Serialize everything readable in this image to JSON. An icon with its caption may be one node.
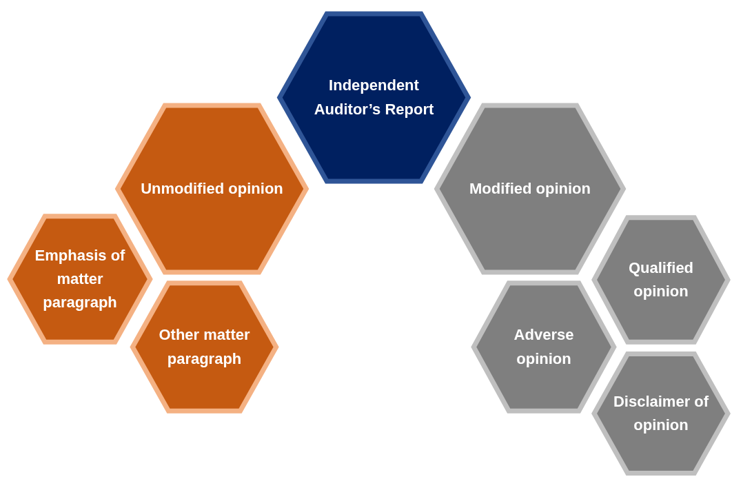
{
  "diagram": {
    "nodes": [
      {
        "text": [
          "Independent Auditor’s Report"
        ]
      },
      {
        "text": [
          "Unmodified opinion"
        ]
      },
      {
        "text": [
          "Modified opinion"
        ]
      },
      {
        "text": [
          "Emphasis of matter paragraph"
        ]
      },
      {
        "text": [
          "Other matter paragraph"
        ]
      },
      {
        "text": [
          "Qualified opinion"
        ]
      },
      {
        "text": [
          "Adverse opinion"
        ]
      },
      {
        "text": [
          "Disclaimer of opinion"
        ]
      }
    ]
  }
}
